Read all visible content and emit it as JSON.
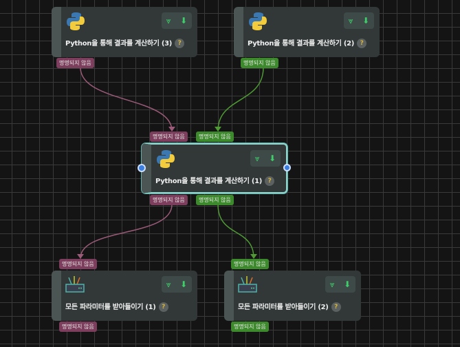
{
  "nodes": [
    {
      "title": "Python을 통해 결과를 계산하기 (3)",
      "icon": "python-icon",
      "inputs": [],
      "outputs": [
        "명명되지 않음"
      ]
    },
    {
      "title": "Python을 통해 결과를 계산하기 (2)",
      "icon": "python-icon",
      "inputs": [],
      "outputs": [
        "명명되지 않음"
      ]
    },
    {
      "title": "Python을 통해 결과를 계산하기 (1)",
      "icon": "python-icon",
      "inputs": [
        "명명되지 않음",
        "명명되지 않음"
      ],
      "outputs": [
        "명명되지 않음",
        "명명되지 않음"
      ],
      "selected": true
    },
    {
      "title": "모든 파라미터를 받아들이기 (1)",
      "icon": "router-icon",
      "inputs": [
        "명명되지 않음"
      ],
      "outputs": [
        "명명되지 않음"
      ]
    },
    {
      "title": "모든 파라미터를 받아들이기 (2)",
      "icon": "router-icon",
      "inputs": [
        "명명되지 않음"
      ],
      "outputs": [
        "명명되지 않음"
      ]
    }
  ],
  "help": "?",
  "tool_icons": {
    "collapse": "⩔",
    "run": "⬇"
  },
  "colors": {
    "pink": "#7c3e5c",
    "green": "#3d8a2c",
    "wire_pink": "#9a5a78",
    "wire_green": "#4f9a35",
    "selected": "#8fd6cf"
  }
}
